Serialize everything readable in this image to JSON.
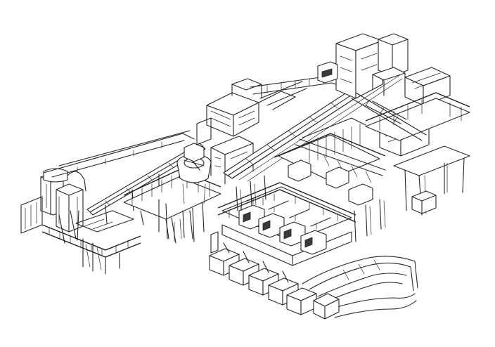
{
  "drawing": {
    "style": "isometric line drawing",
    "line_color": "#262626",
    "background": "#ffffff",
    "components": [
      "cyclone-dust-collector",
      "left-inclined-belt-conveyor",
      "central-cone-crusher",
      "central-walkway-platform",
      "main-long-belt-conveyor",
      "upper-feed-hopper",
      "top-right-tower",
      "right-vibrating-screen",
      "right-elevated-platform",
      "middle-conveyor-gallery",
      "lower-crusher-platform",
      "lower-crushers-row",
      "product-bins-row",
      "bottom-right-discharge-chutes"
    ]
  }
}
